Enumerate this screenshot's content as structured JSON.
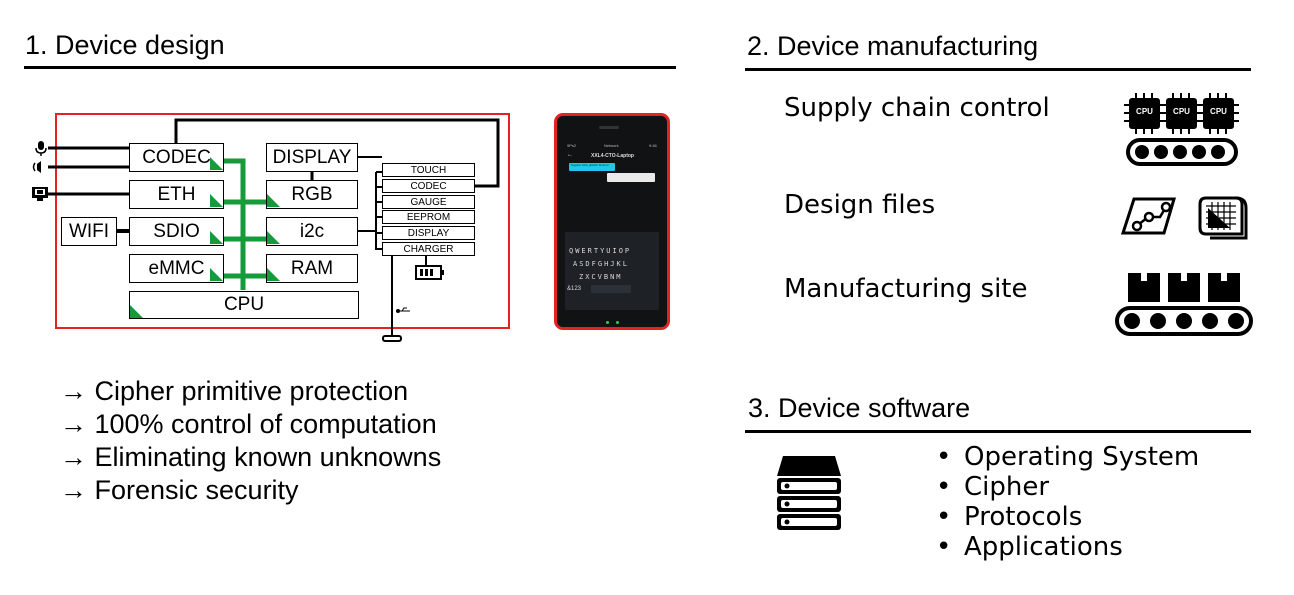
{
  "sections": {
    "design": {
      "title": "1. Device design"
    },
    "manufacturing": {
      "title": "2. Device manufacturing"
    },
    "software": {
      "title": "3. Device software"
    }
  },
  "block_diagram": {
    "left_column": [
      "CODEC",
      "ETH",
      "SDIO",
      "eMMC"
    ],
    "wifi": "WIFI",
    "cpu": "CPU",
    "display": "DISPLAY",
    "right_column": [
      "RGB",
      "i2c",
      "RAM"
    ],
    "bus_devices": [
      "TOUCH",
      "CODEC",
      "GAUGE",
      "EEPROM",
      "DISPLAY",
      "CHARGER"
    ],
    "bus_color": "#169b3a",
    "frame_color": "#e32222"
  },
  "phone": {
    "header_title": "XXL4-CTO-Laptop",
    "status_left": "9Ps2",
    "status_mid": "Network",
    "status_right": "9:46",
    "message_bubble": "hugehe COe ghfebh Dmnmr",
    "keyboard_rows": [
      "QWERTYUIOP",
      "ASDFGHJKL",
      "ZXCVBNM"
    ],
    "symbols_key": "&123",
    "frame_color": "#e32222"
  },
  "design_points": [
    "→ Cipher primitive protection",
    "→ 100% control of computation",
    "→ Eliminating known unknowns",
    "→ Forensic security"
  ],
  "manufacturing_items": [
    {
      "label": "Supply chain control",
      "icon": "cpu-conveyor-icon",
      "chip_label": "CPU"
    },
    {
      "label": "Design files",
      "icon": "blueprint-icon"
    },
    {
      "label": "Manufacturing site",
      "icon": "factory-conveyor-icon"
    }
  ],
  "software_items": [
    "Operating System",
    "Cipher",
    "Protocols",
    "Applications"
  ]
}
